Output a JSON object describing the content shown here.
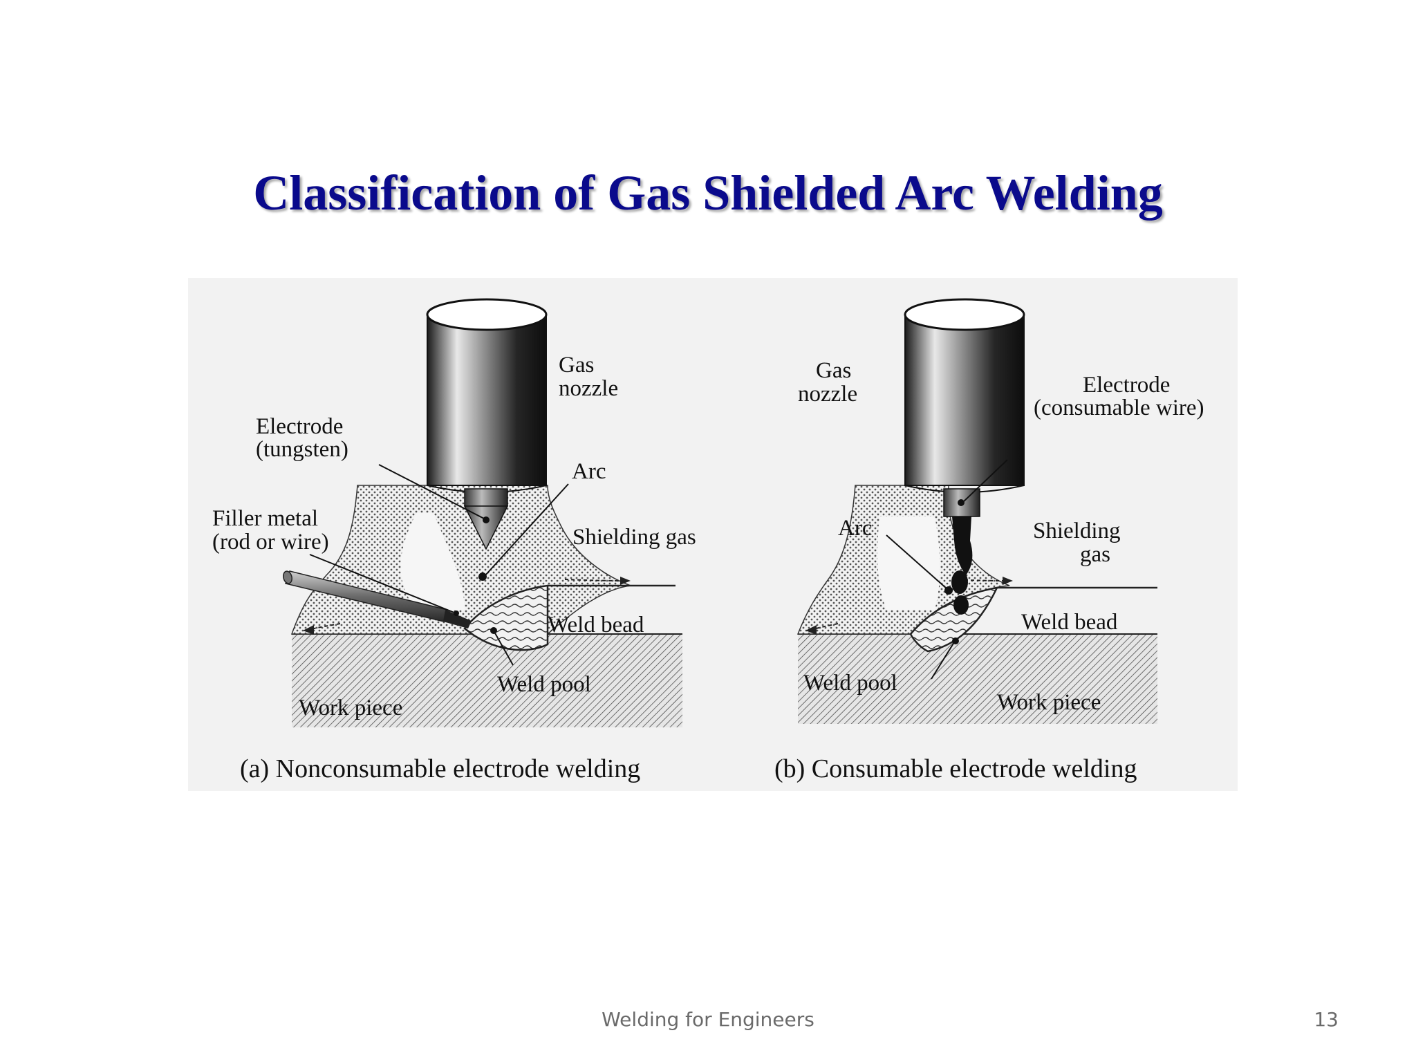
{
  "slide": {
    "title": "Classification of Gas Shielded Arc Welding",
    "footer_text": "Welding for Engineers",
    "page_number": "13"
  },
  "figure": {
    "panel_a": {
      "caption": "(a) Nonconsumable electrode welding",
      "labels": {
        "gas_nozzle_1": "Gas",
        "gas_nozzle_2": "nozzle",
        "electrode_1": "Electrode",
        "electrode_2": "(tungsten)",
        "arc": "Arc",
        "filler_1": "Filler metal",
        "filler_2": "(rod or wire)",
        "shielding_gas": "Shielding gas",
        "weld_bead": "Weld bead",
        "weld_pool": "Weld pool",
        "work_piece": "Work piece"
      }
    },
    "panel_b": {
      "caption": "(b) Consumable electrode welding",
      "labels": {
        "gas_nozzle_1": "Gas",
        "gas_nozzle_2": "nozzle",
        "electrode_1": "Electrode",
        "electrode_2": "(consumable wire)",
        "arc": "Arc",
        "shielding_gas_1": "Shielding",
        "shielding_gas_2": "gas",
        "weld_bead": "Weld bead",
        "weld_pool": "Weld pool",
        "work_piece": "Work piece"
      }
    }
  }
}
